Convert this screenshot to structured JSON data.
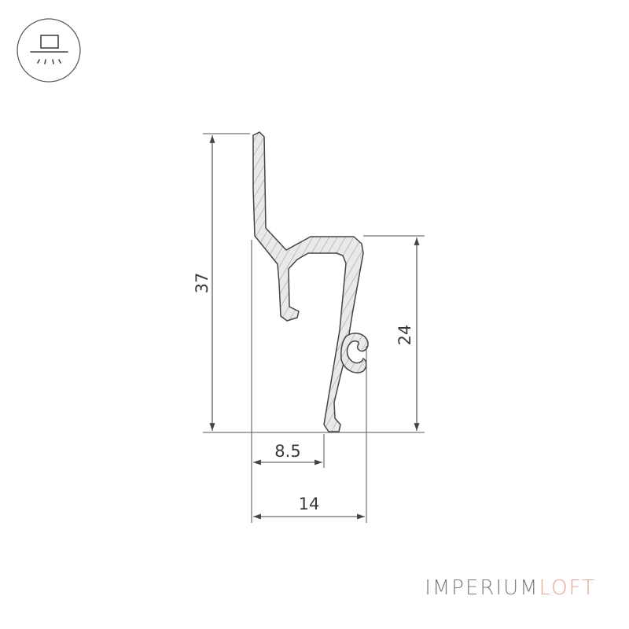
{
  "icon": {
    "name": "ceiling-light-icon"
  },
  "dimensions": {
    "height_total": "37",
    "height_right": "24",
    "width_inner": "8.5",
    "width_total": "14"
  },
  "brand": {
    "part1": "IMPERIUM",
    "part2": "LOFT",
    "color1": "#7d7d7d",
    "color2": "#e3a79a"
  },
  "colors": {
    "line": "#444444",
    "profile_fill": "#e8e8e8",
    "hatch": "#9a9a9a"
  }
}
